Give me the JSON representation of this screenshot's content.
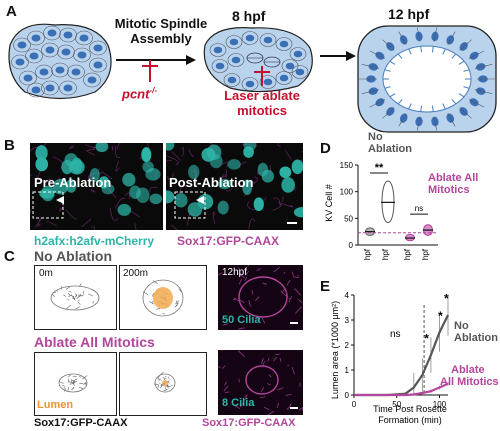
{
  "panel_a": {
    "label": "A",
    "step1_line1": "Mitotic Spindle",
    "step1_line2": "Assembly",
    "inhibitor1": "pcnt",
    "inhibitor1_sup": "-/-",
    "stage1": "8 hpf",
    "inhibitor2_line1": "Laser ablate",
    "inhibitor2_line2": "mitotics",
    "stage2": "12 hpf"
  },
  "panel_b": {
    "label": "B",
    "pre": "Pre-Ablation",
    "post": "Post-Ablation",
    "channel1": "h2afx:h2afv-mCherry",
    "channel2": "Sox17:GFP-CAAX"
  },
  "panel_c": {
    "label": "C",
    "cond1": "No Ablation",
    "cond2": "Ablate All Mitotics",
    "t0": "0m",
    "t200": "200m",
    "t12": "12hpf",
    "cilia1": "50 Cilia",
    "cilia2": "8 Cilia",
    "lumen": "Lumen",
    "foot_left": "Sox17:GFP-CAAX",
    "foot_right": "Sox17:GFP-CAAX"
  },
  "panel_d": {
    "label": "D",
    "legend_no_line1": "No",
    "legend_no_line2": "Ablation",
    "legend_abl_line1": "Ablate All",
    "legend_abl_line2": "Mitotics",
    "sig1": "**",
    "sig2": "ns",
    "ylabel": "KV Cell #",
    "ticks": [
      "0",
      "50",
      "100",
      "150"
    ],
    "xcats": [
      "8hpf",
      "12hpf",
      "8hpf",
      "12hpf"
    ]
  },
  "panel_e": {
    "label": "E",
    "ylabel": "Lumen area (*1000 μm²)",
    "xlabel_line1": "Time Post Rosette",
    "xlabel_line2": "Formation (min)",
    "xticks": [
      "0",
      "50",
      "100"
    ],
    "yticks": [
      "0",
      "1",
      "2",
      "3",
      "4"
    ],
    "sig_ns": "ns",
    "series1_line1": "No",
    "series1_line2": "Ablation",
    "series2_line1": "Ablate",
    "series2_line2": "All Mitotics",
    "stars": [
      "*",
      "*",
      "*"
    ]
  },
  "colors": {
    "magenta": "#b3459b",
    "gray_series": "#555555",
    "red": "#c8102e",
    "teal": "#2cb5a8",
    "nucleus_blue": "#3a6fb5",
    "cell_blue": "#b9d3ec"
  },
  "chart_data": [
    {
      "type": "violin",
      "panel": "D",
      "ylabel": "KV Cell #",
      "ylim": [
        0,
        150
      ],
      "categories": [
        "8hpf",
        "12hpf",
        "8hpf",
        "12hpf"
      ],
      "groups": [
        {
          "name": "No Ablation",
          "categories": [
            "8hpf",
            "12hpf"
          ],
          "medians": [
            25,
            80
          ],
          "ranges": [
            [
              18,
              32
            ],
            [
              42,
              120
            ]
          ]
        },
        {
          "name": "Ablate All Mitotics",
          "categories": [
            "8hpf",
            "12hpf"
          ],
          "medians": [
            13,
            28
          ],
          "ranges": [
            [
              8,
              20
            ],
            [
              18,
              38
            ]
          ]
        }
      ],
      "annotations": [
        "**",
        "ns"
      ]
    },
    {
      "type": "line",
      "panel": "E",
      "xlabel": "Time Post Rosette Formation (min)",
      "ylabel": "Lumen area (*1000 μm²)",
      "xlim": [
        0,
        110
      ],
      "ylim": [
        0,
        4
      ],
      "series": [
        {
          "name": "No Ablation",
          "x": [
            0,
            20,
            40,
            60,
            70,
            80,
            90,
            100,
            110
          ],
          "y": [
            0,
            0,
            0,
            0.05,
            0.3,
            0.8,
            1.6,
            2.5,
            3.2
          ]
        },
        {
          "name": "Ablate All Mitotics",
          "x": [
            0,
            20,
            40,
            60,
            70,
            80,
            90,
            100,
            110
          ],
          "y": [
            0,
            0,
            0,
            0,
            0.02,
            0.08,
            0.15,
            0.3,
            0.45
          ]
        }
      ]
    }
  ]
}
